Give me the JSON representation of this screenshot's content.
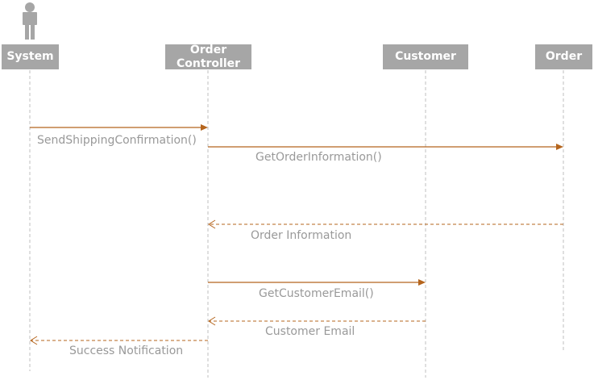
{
  "lifelines": [
    {
      "id": "system",
      "label": "System",
      "actor": true
    },
    {
      "id": "order-controller",
      "label": "Order Controller",
      "actor": false
    },
    {
      "id": "customer",
      "label": "Customer",
      "actor": false
    },
    {
      "id": "order",
      "label": "Order",
      "actor": false
    }
  ],
  "messages": [
    {
      "id": "send-shipping-confirmation",
      "label": "SendShippingConfirmation()",
      "from": "System",
      "to": "Order Controller",
      "kind": "call"
    },
    {
      "id": "get-order-information",
      "label": "GetOrderInformation()",
      "from": "Order Controller",
      "to": "Order",
      "kind": "call"
    },
    {
      "id": "order-information",
      "label": "Order Information",
      "from": "Order",
      "to": "Order Controller",
      "kind": "return"
    },
    {
      "id": "get-customer-email",
      "label": "GetCustomerEmail()",
      "from": "Order Controller",
      "to": "Customer",
      "kind": "call"
    },
    {
      "id": "customer-email",
      "label": "Customer Email",
      "from": "Customer",
      "to": "Order Controller",
      "kind": "return"
    },
    {
      "id": "success-notification",
      "label": "Success Notification",
      "from": "Order Controller",
      "to": "System",
      "kind": "return"
    }
  ],
  "colors": {
    "header_fill": "#a6a6a6",
    "header_text": "#ffffff",
    "lifeline": "#bfbfbf",
    "message": "#b5651d",
    "label": "#999999"
  }
}
